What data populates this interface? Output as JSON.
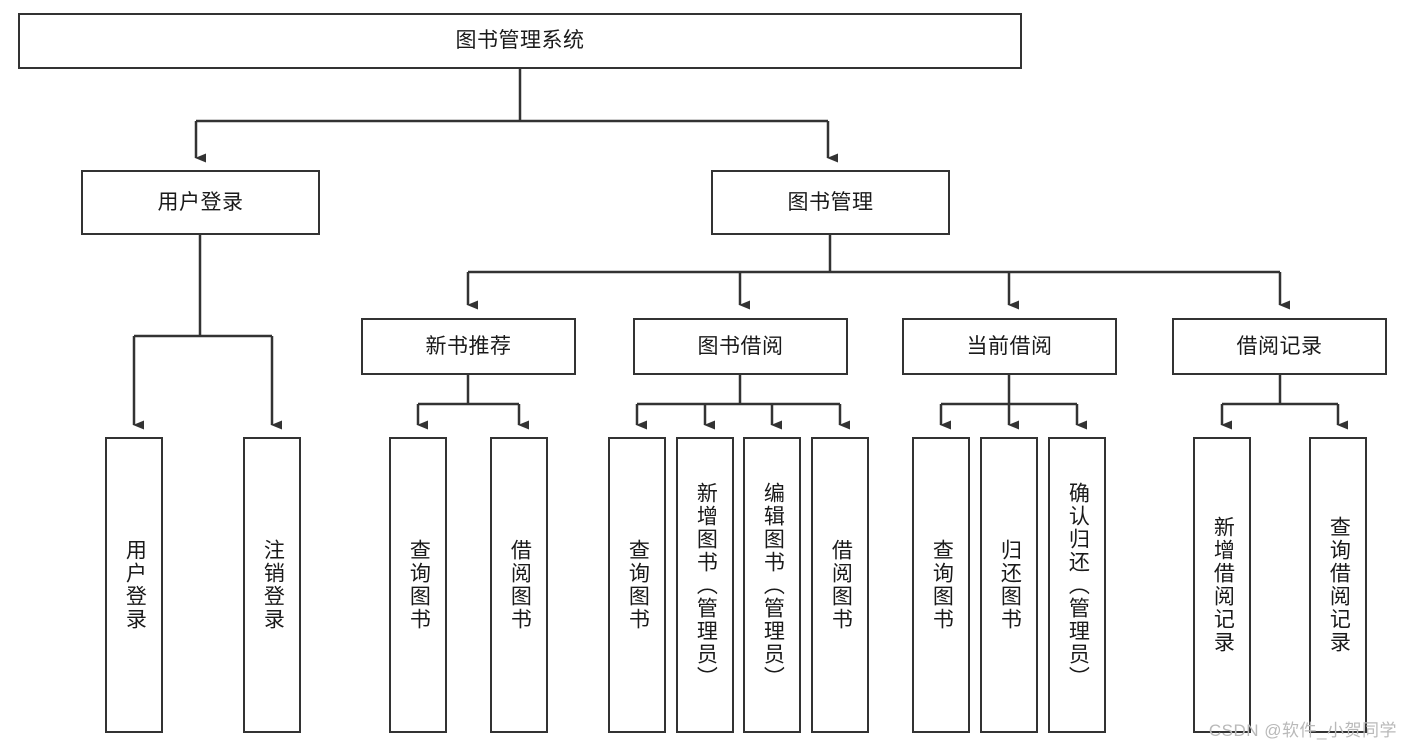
{
  "diagram": {
    "title_node": {
      "label": "图书管理系统"
    },
    "level1": [
      {
        "id": "user-login",
        "label": "用户登录"
      },
      {
        "id": "book-management",
        "label": "图书管理"
      }
    ],
    "level2": [
      {
        "id": "new-book-recommend",
        "label": "新书推荐"
      },
      {
        "id": "book-borrow",
        "label": "图书借阅"
      },
      {
        "id": "current-borrow",
        "label": "当前借阅"
      },
      {
        "id": "borrow-record",
        "label": "借阅记录"
      }
    ],
    "leaves": [
      {
        "id": "leaf-user-login",
        "label": "用户登录",
        "parent": "user-login"
      },
      {
        "id": "leaf-logout-login",
        "label": "注销登录",
        "parent": "user-login"
      },
      {
        "id": "leaf-query-book-1",
        "label": "查询图书",
        "parent": "new-book-recommend"
      },
      {
        "id": "leaf-borrow-book-1",
        "label": "借阅图书",
        "parent": "new-book-recommend"
      },
      {
        "id": "leaf-query-book-2",
        "label": "查询图书",
        "parent": "book-borrow"
      },
      {
        "id": "leaf-add-book-admin",
        "label": "新增图书（管理员）",
        "parent": "book-borrow"
      },
      {
        "id": "leaf-edit-book-admin",
        "label": "编辑图书（管理员）",
        "parent": "book-borrow"
      },
      {
        "id": "leaf-borrow-book-2",
        "label": "借阅图书",
        "parent": "book-borrow"
      },
      {
        "id": "leaf-query-book-3",
        "label": "查询图书",
        "parent": "current-borrow"
      },
      {
        "id": "leaf-return-book",
        "label": "归还图书",
        "parent": "current-borrow"
      },
      {
        "id": "leaf-confirm-return-admin",
        "label": "确认归还（管理员）",
        "parent": "current-borrow"
      },
      {
        "id": "leaf-add-borrow-record",
        "label": "新增借阅记录",
        "parent": "borrow-record"
      },
      {
        "id": "leaf-query-borrow-record",
        "label": "查询借阅记录",
        "parent": "borrow-record"
      }
    ],
    "watermark": "CSDN @软件_小贺同学",
    "colors": {
      "border": "#333333",
      "text": "#1a1a1a",
      "background": "#ffffff",
      "watermark": "#b9b9b9"
    }
  }
}
